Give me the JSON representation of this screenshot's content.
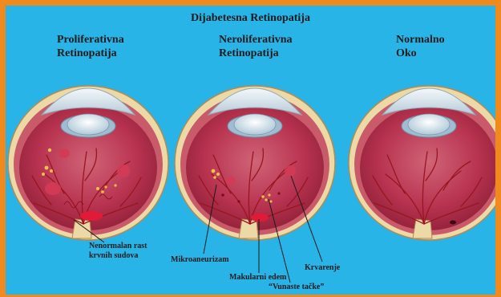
{
  "title": "Dijabetesna Retinopatija",
  "eyes": [
    {
      "line1": "Proliferativna",
      "line2": "Retinopatija"
    },
    {
      "line1": "Neroliferativna",
      "line2": "Retinopatija"
    },
    {
      "line1": "Normalno",
      "line2": "Oko"
    }
  ],
  "annotations": {
    "abnormal_growth_1": "Nenormalan rast",
    "abnormal_growth_2": "krvnih sudova",
    "microaneurysm": "Mikroaneurizam",
    "macular_edema": "Makularni edem",
    "cotton_wool": "“Vunaste tačke”",
    "hemorrhage": "Krvarenje"
  },
  "colors": {
    "frame": "#f08a1e",
    "background": "#29b4e8",
    "sclera": "#ecd9a6",
    "retina": "#b83350",
    "vessel": "#9a1520",
    "exudate": "#f2c24a"
  }
}
